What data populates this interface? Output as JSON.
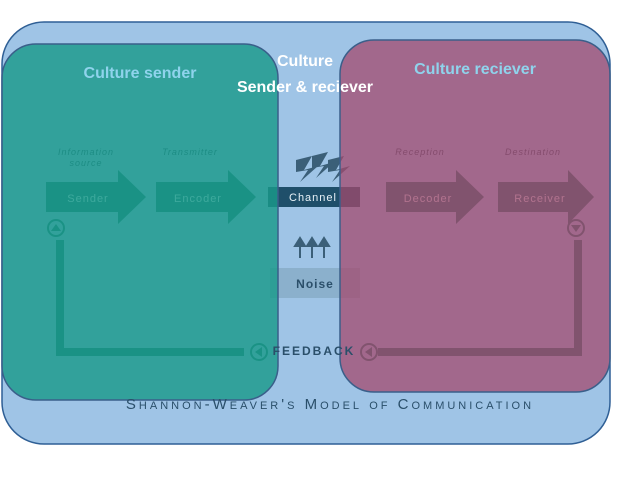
{
  "culture": {
    "sender_label": "Culture sender",
    "receiver_label": "Culture reciever",
    "shared_line1": "Culture",
    "shared_line2": "Sender & reciever"
  },
  "model": {
    "title": "Shannon-Weaver's Model of Communication",
    "stages": [
      {
        "caption": "Information source",
        "label": "Sender"
      },
      {
        "caption": "Transmitter",
        "label": "Encoder"
      },
      {
        "caption": "",
        "label": "Channel"
      },
      {
        "caption": "Reception",
        "label": "Decoder"
      },
      {
        "caption": "Destination",
        "label": "Receiver"
      }
    ],
    "noise_label": "Noise",
    "feedback_label": "FEEDBACK"
  },
  "colors": {
    "outer_bg": "#9fc4e6",
    "sender_overlay": "#1a9a8a",
    "receiver_overlay": "#a34a6e",
    "text_overlay": "#8fd3ec",
    "arrow": "#1f6f70"
  }
}
